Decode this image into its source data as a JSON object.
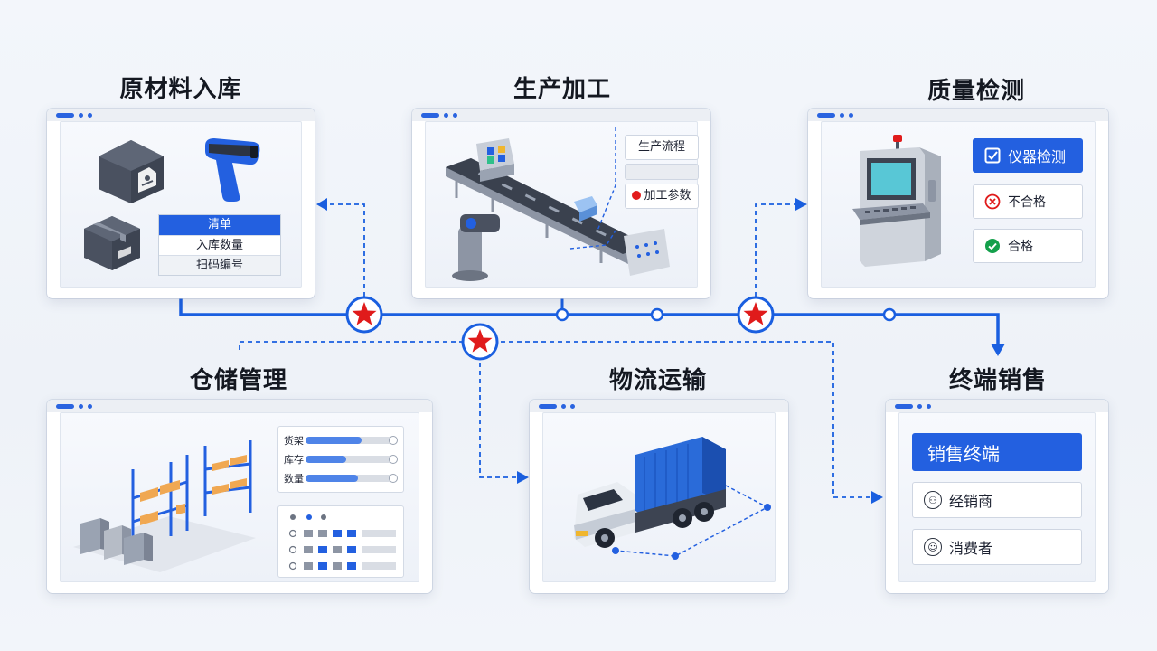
{
  "stages": {
    "raw_material": {
      "title": "原材料入库",
      "list": [
        "清单",
        "入库数量",
        "扫码编号"
      ]
    },
    "production": {
      "title": "生产加工",
      "buttons": [
        "生产流程",
        "",
        "加工参数"
      ]
    },
    "quality": {
      "title": "质量检测",
      "buttons": [
        "仪器检测",
        "不合格",
        "合格"
      ]
    },
    "warehouse": {
      "title": "仓储管理",
      "bars": [
        {
          "label": "货架",
          "value": 0.62
        },
        {
          "label": "库存",
          "value": 0.45
        },
        {
          "label": "数量",
          "value": 0.58
        }
      ]
    },
    "logistics": {
      "title": "物流运输"
    },
    "sales": {
      "title": "终端销售",
      "buttons": [
        "销售终端",
        "经销商",
        "消费者"
      ]
    }
  },
  "colors": {
    "accent": "#2360e0",
    "flow_line": "#1a5fe0",
    "star": "#e01b1b",
    "fail": "#e01b1b",
    "pass": "#14a04b"
  },
  "icons": [
    "house-box-icon",
    "barcode-scanner-icon",
    "package-icon",
    "conveyor-belt-icon",
    "scanner-arm-icon",
    "inspection-machine-icon",
    "checkbox-icon",
    "fail-circle-icon",
    "check-circle-icon",
    "warehouse-shelf-icon",
    "truck-icon",
    "distributor-icon",
    "consumer-icon",
    "star-icon"
  ]
}
